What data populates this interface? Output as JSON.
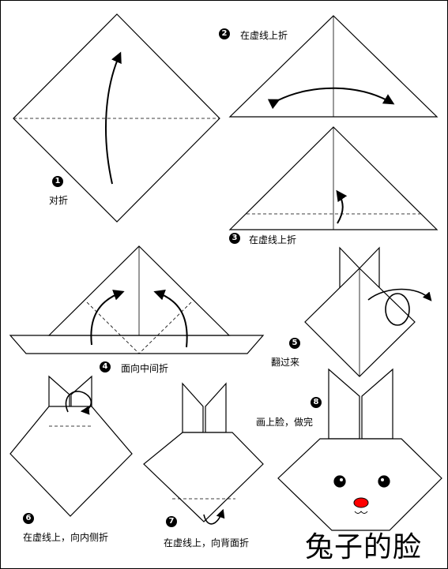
{
  "title": "兔子的脸",
  "steps": [
    {
      "number": "1",
      "text": "对折"
    },
    {
      "number": "2",
      "text": "在虚线上折"
    },
    {
      "number": "3",
      "text": "在虚线上折"
    },
    {
      "number": "4",
      "text": "面向中间折"
    },
    {
      "number": "5",
      "text": "翻过来"
    },
    {
      "number": "6",
      "text": "在虚线上，向内侧折"
    },
    {
      "number": "7",
      "text": "在虚线上，向背面折"
    },
    {
      "number": "8",
      "text": "画上脸，做完"
    }
  ],
  "colors": {
    "line": "#000000",
    "paper": "#ffffff",
    "nose": "#ff0000"
  }
}
